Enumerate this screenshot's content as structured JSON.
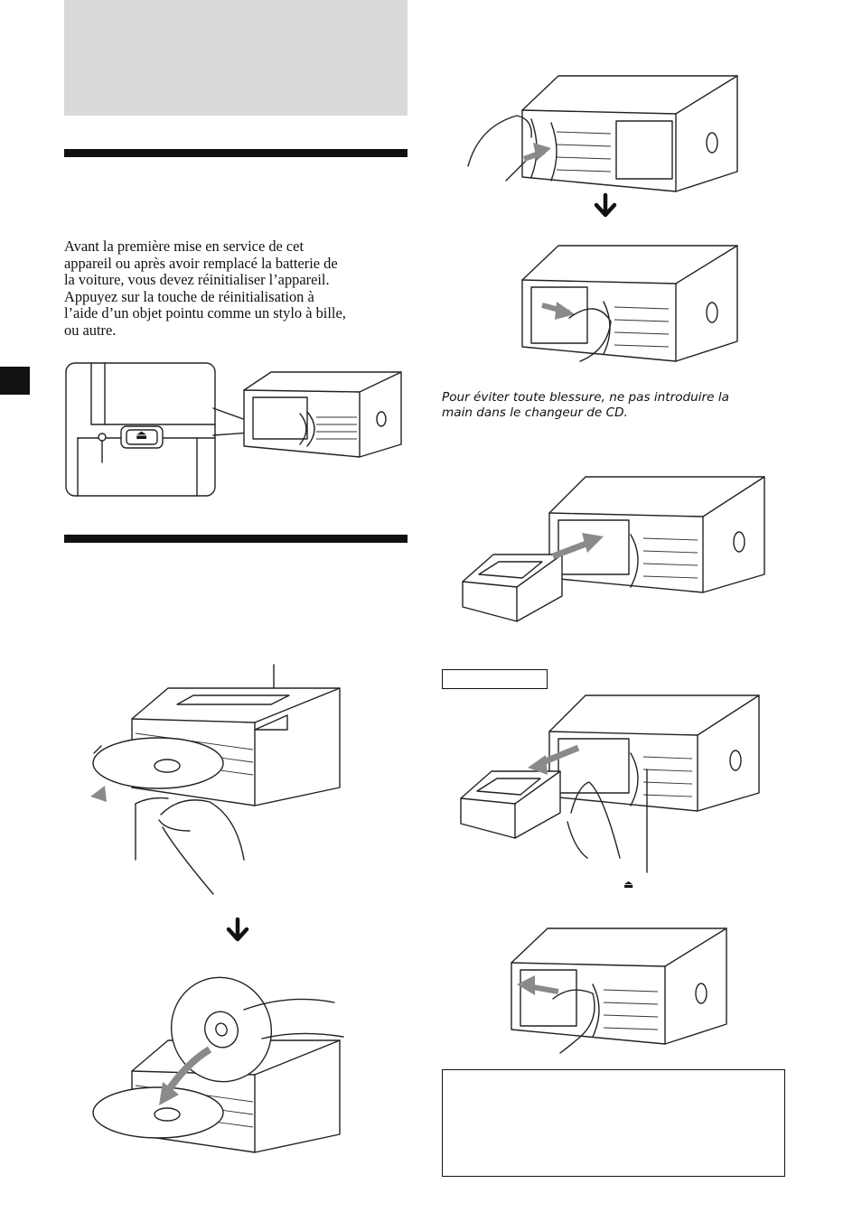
{
  "text": {
    "intro_lines": [
      "Avant la première mise en service de cet",
      "appareil ou après avoir remplacé la batterie de",
      "la voiture, vous devez réinitialiser l’appareil.",
      "Appuyez sur la touche de réinitialisation à",
      "l’aide d’un objet pointu comme un stylo à bille,",
      "ou autre."
    ],
    "caution_lines": [
      "Pour éviter toute blessure, ne pas introduire la",
      "main dans le changeur de CD."
    ],
    "eject_symbol": "⏏"
  },
  "icons": [
    "eject-icon",
    "down-arrow-icon",
    "push-arrow-icon",
    "pull-arrow-icon"
  ],
  "colors": {
    "header_gray": "#d9d9d9",
    "ink": "#111111",
    "arrow_gray": "#8a8a8a"
  }
}
